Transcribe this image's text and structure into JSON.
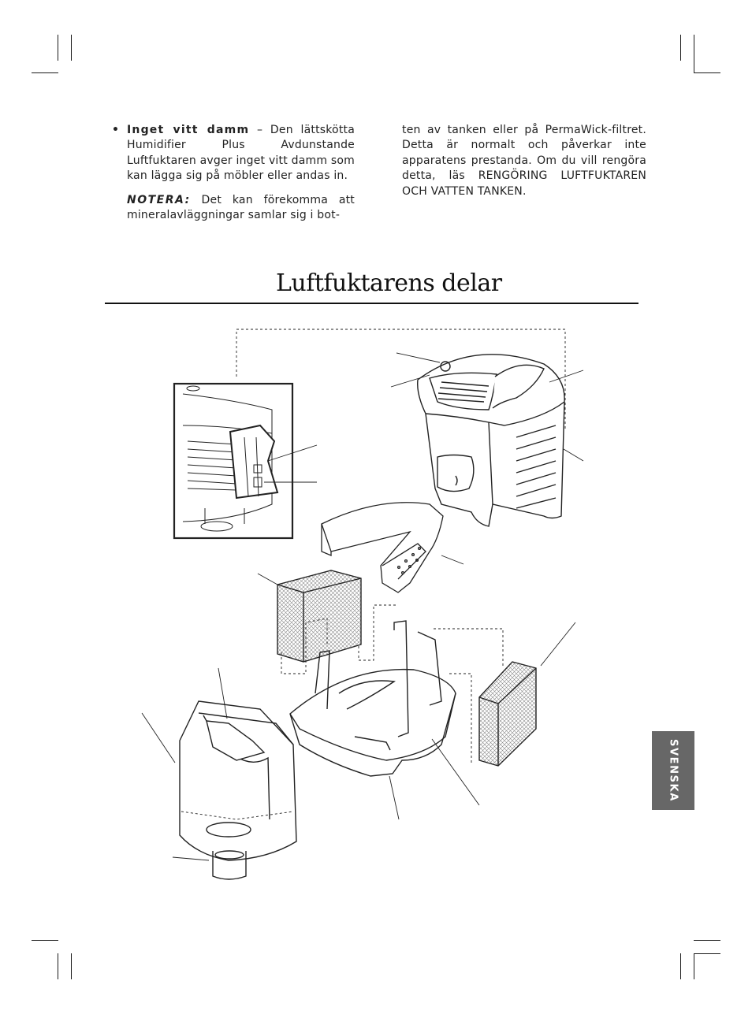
{
  "left_column": {
    "bullet": "•",
    "term": "Inget vitt damm",
    "text": " – Den lättskötta Humidifier Plus Avdunstande Luftfuktaren avger inget vitt damm som kan lägga sig på möbler eller andas in.",
    "note_label": "NOTERA:",
    "note_text": " Det kan förekomma att mineralavlägg­ningar samlar sig i bot-"
  },
  "right_column": {
    "text": "ten av tanken eller på PermaWick-filtret. Detta är normalt och påverkar inte apparatens prestanda. Om du vill rengöra detta, läs RENGÖRING LUFTFUKTAREN OCH VATTEN TANKEN."
  },
  "section": {
    "title": "Luftfuktarens delar"
  },
  "side_tab": {
    "label": "SVENSKA"
  },
  "colors": {
    "text": "#222222",
    "rule": "#111111",
    "tab_background": "#676767",
    "tab_text": "#ffffff"
  }
}
